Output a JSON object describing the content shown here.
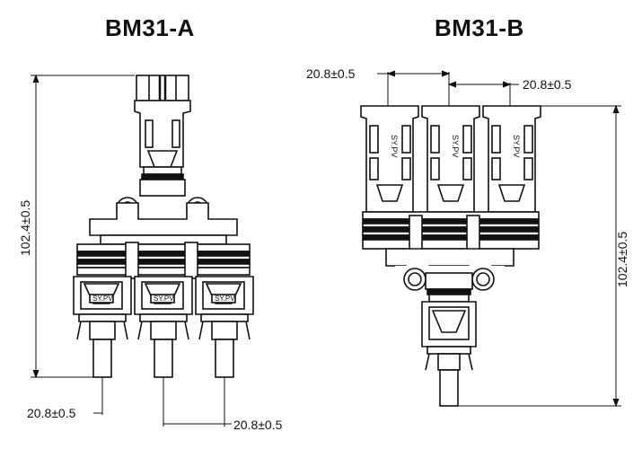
{
  "diagram_a": {
    "title": "BM31-A",
    "height_dim": "102.4±0.5",
    "pitch_dim_left": "20.8±0.5",
    "pitch_dim_right": "20.8±0.5",
    "brand_label": "SY.PV"
  },
  "diagram_b": {
    "title": "BM31-B",
    "height_dim": "102.4±0.5",
    "pitch_dim_left": "20.8±0.5",
    "pitch_dim_right": "20.8±0.5",
    "brand_label": "SY.PV"
  }
}
